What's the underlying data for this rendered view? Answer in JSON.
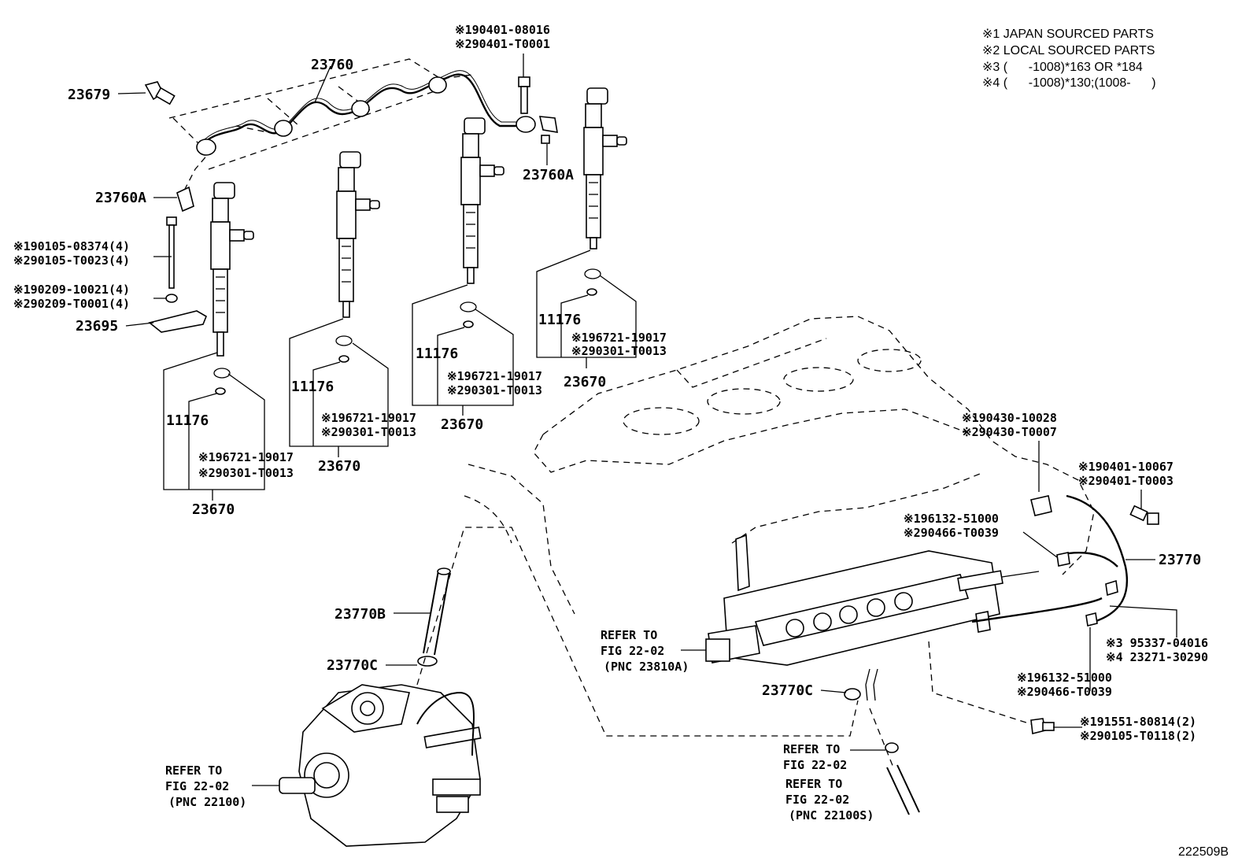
{
  "legend": [
    "※1 JAPAN SOURCED PARTS",
    "※2 LOCAL SOURCED PARTS",
    "※3 (      -1008)*163 OR *184",
    "※4 (      -1008)*130;(1008-      )"
  ],
  "labels": {
    "p23760": "23760",
    "p23679": "23679",
    "p23760a_left": "23760A",
    "p23760a_right": "23760A",
    "p90105_1": "※190105-08374(4)",
    "p90105_2": "※290105-T0023(4)",
    "p90209_1": "※190209-10021(4)",
    "p90209_2": "※290209-T0001(4)",
    "p23695": "23695",
    "p90401_top_1": "※190401-08016",
    "p90401_top_2": "※290401-T0001",
    "inj1_11176": "11176",
    "inj1_s1": "※196721-19017",
    "inj1_s2": "※290301-T0013",
    "inj1_23670": "23670",
    "inj2_11176": "11176",
    "inj2_s1": "※196721-19017",
    "inj2_s2": "※290301-T0013",
    "inj2_23670": "23670",
    "inj3_11176": "11176",
    "inj3_s1": "※196721-19017",
    "inj3_s2": "※290301-T0013",
    "inj3_23670": "23670",
    "inj4_11176": "11176",
    "inj4_s1": "※196721-19017",
    "inj4_s2": "※290301-T0013",
    "inj4_23670": "23670",
    "p90430_1": "※190430-10028",
    "p90430_2": "※290430-T0007",
    "p90401_r_1": "※190401-10067",
    "p90401_r_2": "※290401-T0003",
    "p96132_a1": "※196132-51000",
    "p96132_a2": "※290466-T0039",
    "p23770": "23770",
    "p95337": "※3 95337-04016",
    "p23271": "※4 23271-30290",
    "p96132_b1": "※196132-51000",
    "p96132_b2": "※290466-T0039",
    "p91551_1": "※191551-80814(2)",
    "p91551_2": "※290105-T0118(2)",
    "p23770b": "23770B",
    "p23770c_left": "23770C",
    "p23770c_right": "23770C",
    "ref_rail_1": "REFER TO",
    "ref_rail_2": "FIG 22-02",
    "ref_rail_3": "(PNC 23810A)",
    "ref_pump_1": "REFER TO",
    "ref_pump_2": "FIG 22-02",
    "ref_pump_3": "(PNC 22100)",
    "ref_hose_a1": "REFER TO",
    "ref_hose_a2": "FIG 22-02",
    "ref_hose_b1": "REFER TO",
    "ref_hose_b2": "FIG 22-02",
    "ref_hose_b3": "(PNC 22100S)",
    "figure_id": "222509B"
  }
}
